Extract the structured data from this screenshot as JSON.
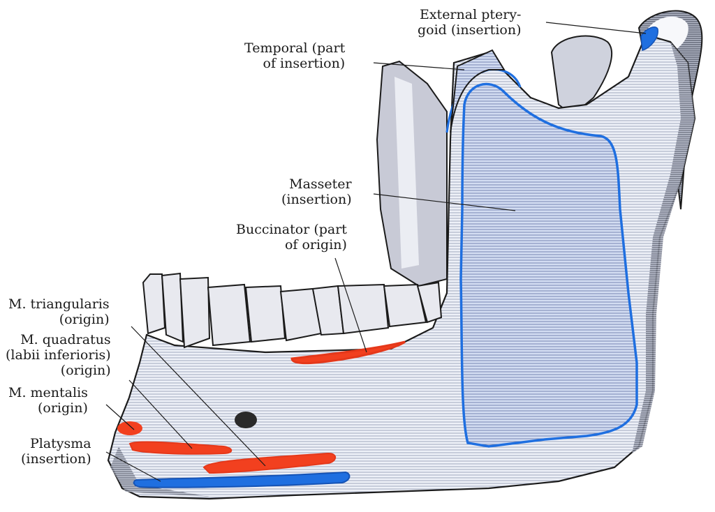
{
  "figure": {
    "subject": "Left mandible, outer surface, showing muscle attachments",
    "colors": {
      "origin": "#f2401f",
      "insertion": "#1a66d6",
      "bone_outline": "#1b1b1b",
      "bone_shade": "#9aa0b8",
      "masseter_fill": "#c9d6f0"
    }
  },
  "labels": {
    "external_pterygoid": {
      "line1": "External ptery-",
      "line2": "goid (insertion)"
    },
    "temporal": {
      "line1": "Temporal (part",
      "line2": "of insertion)"
    },
    "masseter": {
      "line1": "Masseter",
      "line2": "(insertion)"
    },
    "buccinator": {
      "line1": "Buccinator (part",
      "line2": "of origin)"
    },
    "triangularis": {
      "line1": "M. triangularis",
      "line2": "(origin)"
    },
    "quadratus": {
      "line1": "M. quadratus",
      "line2": "(labii inferioris)",
      "line3": "(origin)"
    },
    "mentalis": {
      "line1": "M. mentalis",
      "line2": "(origin)"
    },
    "platysma": {
      "line1": "Platysma",
      "line2": "(insertion)"
    }
  }
}
